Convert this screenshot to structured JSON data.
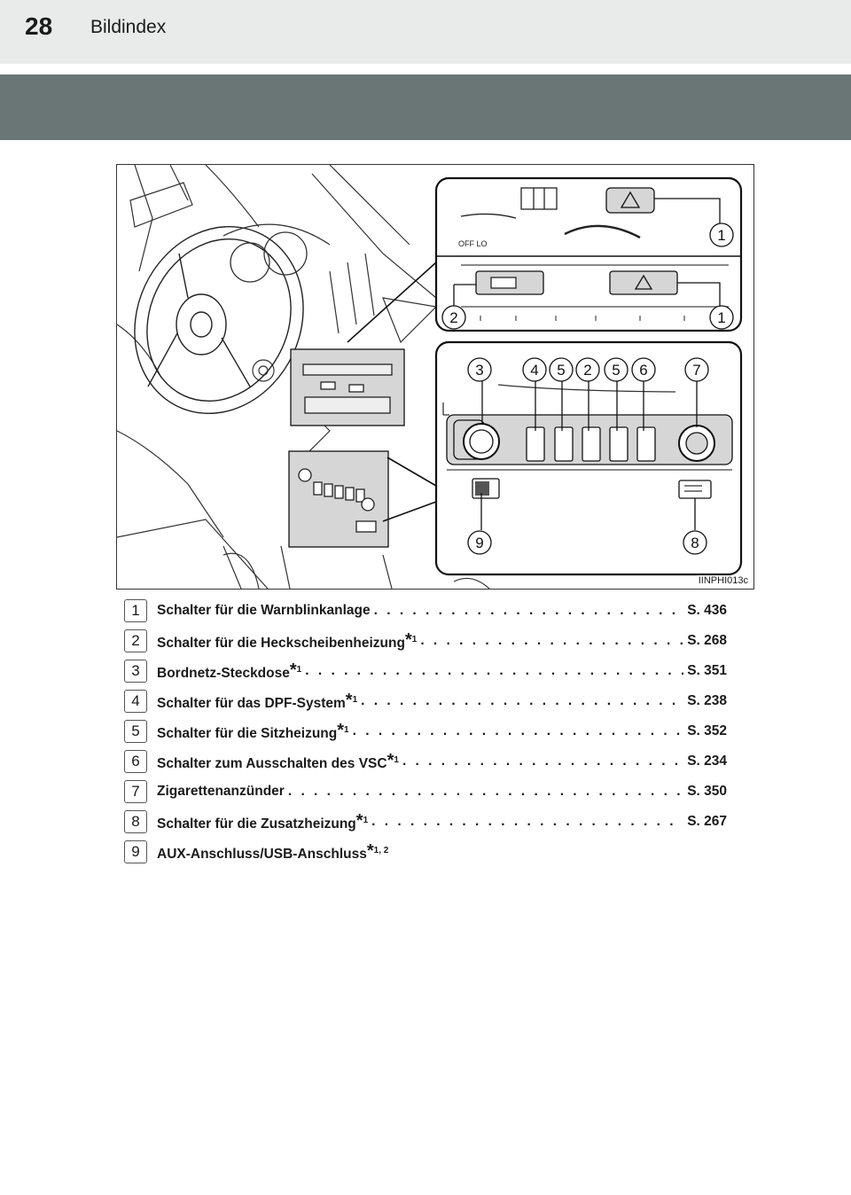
{
  "header": {
    "page_number": "28",
    "section_title": "Bildindex"
  },
  "figure": {
    "code": "IINPHI013c",
    "callouts": [
      "1",
      "1",
      "2",
      "3",
      "4",
      "5",
      "2",
      "5",
      "6",
      "7",
      "9",
      "8"
    ]
  },
  "index": [
    {
      "num": "1",
      "label": "Schalter für die Warnblinkanlage",
      "sup": "",
      "page": "S. 436"
    },
    {
      "num": "2",
      "label": "Schalter für die Heckscheibenheizung",
      "sup": "1",
      "page": "S. 268"
    },
    {
      "num": "3",
      "label": "Bordnetz-Steckdose",
      "sup": "1",
      "page": "S. 351"
    },
    {
      "num": "4",
      "label": "Schalter für das DPF-System",
      "sup": "1",
      "page": "S. 238"
    },
    {
      "num": "5",
      "label": "Schalter für die Sitzheizung",
      "sup": "1",
      "page": "S. 352"
    },
    {
      "num": "6",
      "label": "Schalter zum Ausschalten des VSC",
      "sup": "1",
      "page": "S. 234"
    },
    {
      "num": "7",
      "label": "Zigarettenanzünder",
      "sup": "",
      "page": "S. 350"
    },
    {
      "num": "8",
      "label": "Schalter für die Zusatzheizung",
      "sup": "1",
      "page": "S. 267"
    },
    {
      "num": "9",
      "label": "AUX-Anschluss/USB-Anschluss",
      "sup": "1, 2",
      "page": ""
    }
  ]
}
